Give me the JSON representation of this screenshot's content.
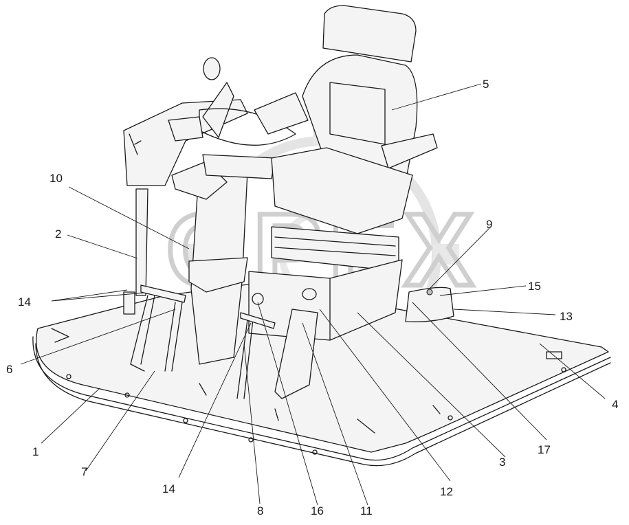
{
  "figure": {
    "watermark": "OPEX",
    "callouts": [
      "1",
      "2",
      "3",
      "4",
      "5",
      "6",
      "7",
      "8",
      "9",
      "10",
      "11",
      "12",
      "13",
      "14",
      "14",
      "15",
      "16",
      "17"
    ]
  },
  "colors": {
    "ink": "#1a1a1a",
    "fill": "#f4f4f4",
    "watermark": "#d0d0d0"
  },
  "icons": [
    "gear-watermark"
  ]
}
